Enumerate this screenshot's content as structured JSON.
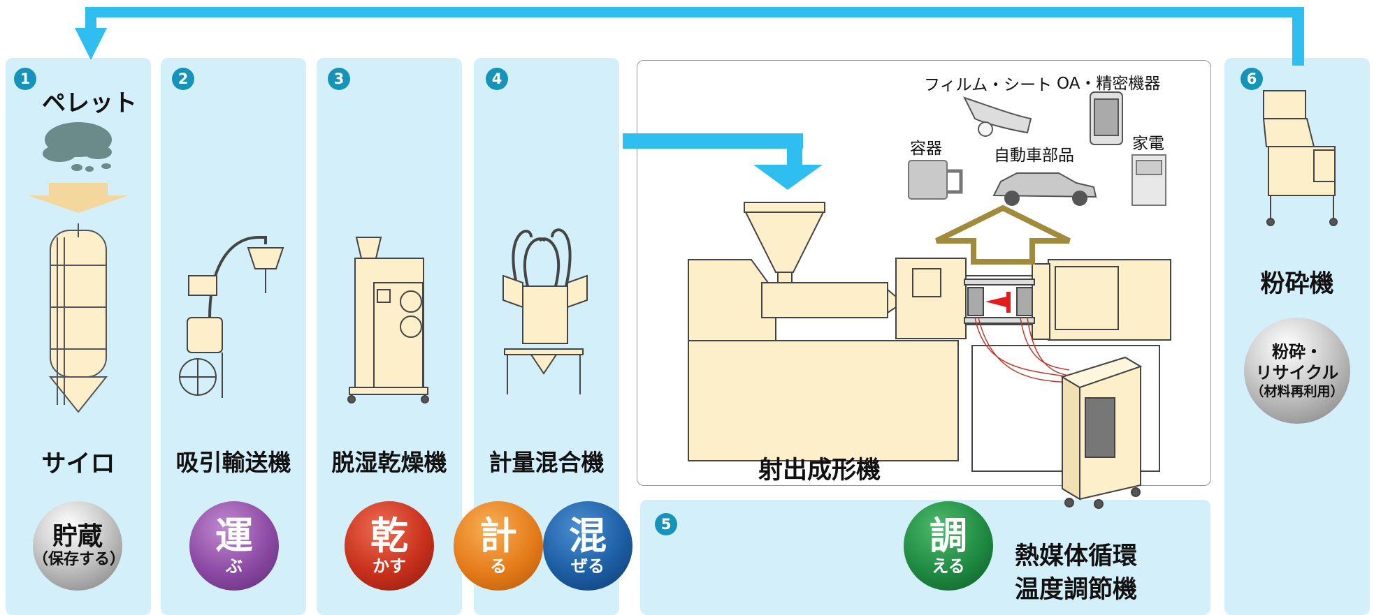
{
  "steps": [
    {
      "number": "1",
      "name": "サイロ",
      "circle_main": "貯蔵",
      "circle_sub": "（保存する）",
      "extra": "ペレット"
    },
    {
      "number": "2",
      "name": "吸引輸送機",
      "circle_main": "運",
      "circle_sub": "ぶ"
    },
    {
      "number": "3",
      "name": "脱湿乾燥機",
      "circle_main": "乾",
      "circle_sub": "かす"
    },
    {
      "number": "4",
      "name": "計量混合機",
      "circles": [
        {
          "main": "計",
          "sub": "る"
        },
        {
          "main": "混",
          "sub": "ぜる"
        }
      ]
    },
    {
      "number": "5",
      "name_lines": [
        "熱媒体循環",
        "温度調節機"
      ],
      "circle_main": "調",
      "circle_sub": "える"
    },
    {
      "number": "6",
      "name": "粉砕機",
      "circle_lines": [
        "粉砕・",
        "リサイクル",
        "（材料再利用）"
      ]
    }
  ],
  "molding_machine": "射出成形機",
  "products": [
    "フィルム・シート",
    "OA・精密機器",
    "容器",
    "自動車部品",
    "家電"
  ],
  "colors": {
    "arrow": "#2ebff0",
    "panel": "#d3effa",
    "number_badge": "#1593b8",
    "machine": "#fcefc9",
    "up_arrow": "#a08a3c"
  },
  "icons": [
    "pellet-icon",
    "silo-icon",
    "vacuum-loader-icon",
    "dehumidifying-dryer-icon",
    "blender-icon",
    "injection-molding-machine-icon",
    "temperature-controller-icon",
    "granulator-icon",
    "film-sheet-icon",
    "phone-icon",
    "cup-icon",
    "car-icon",
    "washing-machine-icon"
  ]
}
